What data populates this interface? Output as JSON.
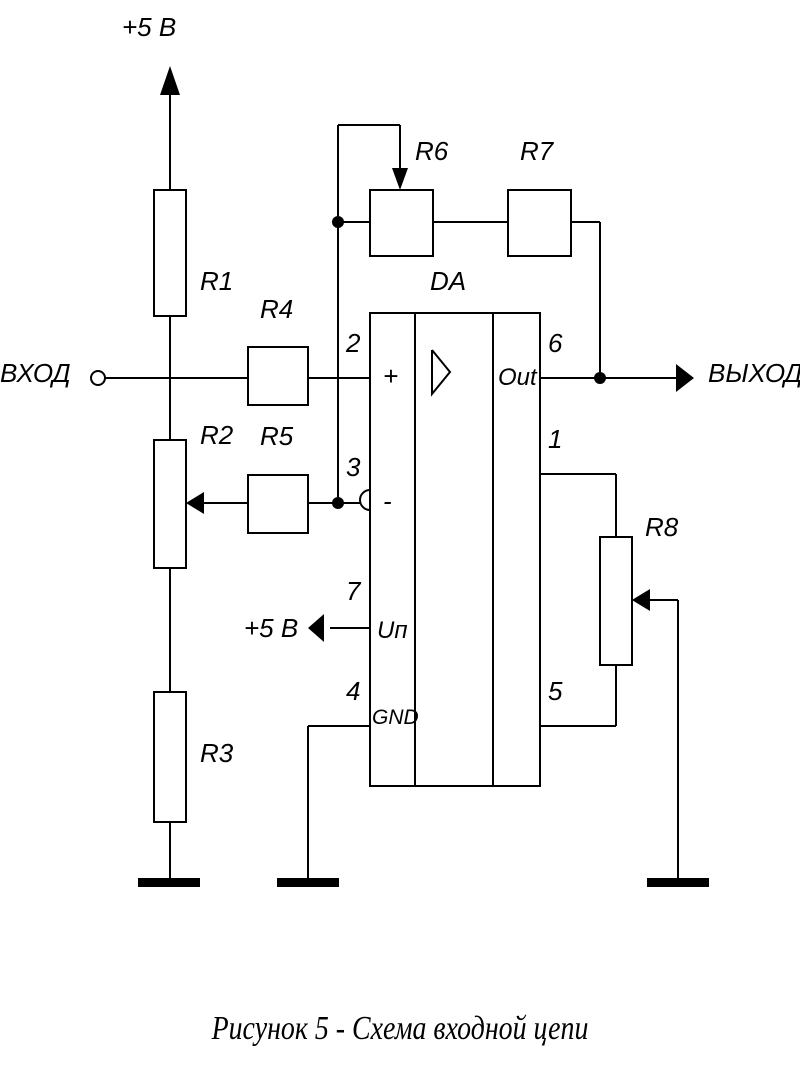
{
  "labels": {
    "supply_top": "+5 В",
    "supply_side": "+5 В",
    "input": "ВХОД",
    "output": "ВЫХОД",
    "chip": "DA",
    "r1": "R1",
    "r2": "R2",
    "r3": "R3",
    "r4": "R4",
    "r5": "R5",
    "r6": "R6",
    "r7": "R7",
    "r8": "R8",
    "pin2": "2",
    "pin3": "3",
    "pin6": "6",
    "pin1": "1",
    "pin7": "7",
    "pin4": "4",
    "pin5": "5",
    "plus": "+",
    "minus": "-",
    "out": "Out",
    "up": "Uп",
    "gnd": "GND"
  },
  "caption": "Рисунок 5 - Схема входной цепи"
}
